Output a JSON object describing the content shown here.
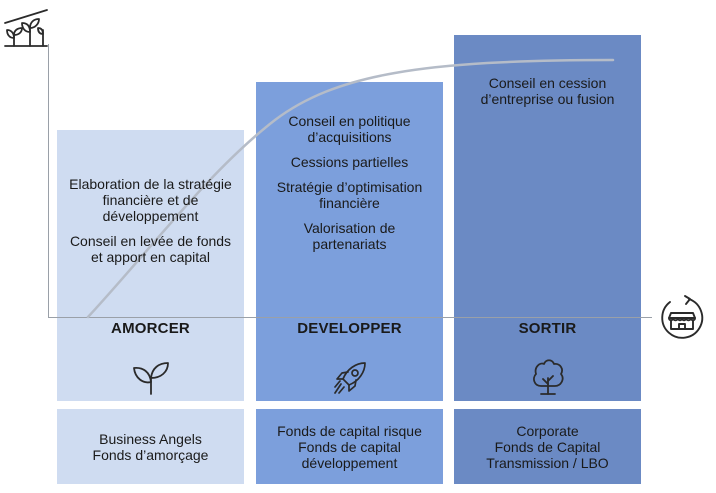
{
  "colors": {
    "stage1": "#cfdcf1",
    "stage2": "#7c9fdc",
    "stage3": "#6b8ac4",
    "curve": "#b5bcc8",
    "axis": "#9aa0a8",
    "icon": "#2b2b2b"
  },
  "icons": [
    "plants-greenhouse-icon",
    "sprout-icon",
    "rocket-icon",
    "tree-icon",
    "shop-cycle-icon"
  ],
  "stages": [
    {
      "title": "AMORCER",
      "services": [
        "Elaboration de la stratégie financière et de développement",
        "Conseil en levée de fonds et apport en capital"
      ],
      "investors": [
        "Business Angels",
        "Fonds d’amorçage"
      ]
    },
    {
      "title": "DEVELOPPER",
      "services": [
        "Conseil en politique d’acquisitions",
        "Cessions partielles",
        "Stratégie d’optimisation financière",
        "Valorisation de partenariats"
      ],
      "investors": [
        "Fonds de capital risque",
        "Fonds de capital",
        "développement"
      ]
    },
    {
      "title": "SORTIR",
      "services": [
        "Conseil en cession d’entreprise ou fusion"
      ],
      "investors": [
        "Corporate",
        "Fonds de Capital",
        "Transmission / LBO"
      ]
    }
  ]
}
